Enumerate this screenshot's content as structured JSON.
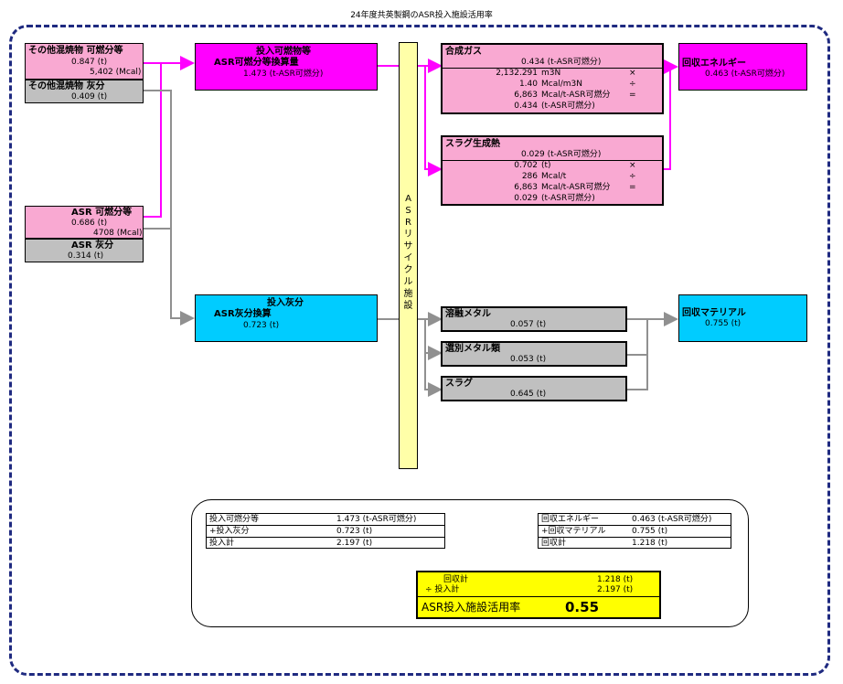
{
  "title": "24年度共英製鋼のASR投入施設活用率",
  "left_mixed": {
    "combustible_label": "その他混焼物 可燃分等",
    "combustible_t": "0.847 (t)",
    "combustible_mcal": "5,402 (Mcal)",
    "ash_label": "その他混焼物 灰分",
    "ash_t": "0.409 (t)"
  },
  "left_asr": {
    "combustible_label": "ASR 可燃分等",
    "combustible_t": "0.686 (t)",
    "combustible_mcal": "4708 (Mcal)",
    "ash_label": "ASR 灰分",
    "ash_t": "0.314 (t)"
  },
  "input_combustible": {
    "line1": "投入可燃物等",
    "line2": "ASR可燃分等換算量",
    "line3": "1.473 (t-ASR可燃分)"
  },
  "input_ash": {
    "line1": "投入灰分",
    "line2": "ASR灰分換算",
    "line3": "0.723 (t)"
  },
  "facility_label": "ASRリサイクル施設",
  "synthesis_gas": {
    "label": "合成ガス",
    "value": "0.434 (t-ASR可燃分)",
    "rows": [
      {
        "num": "2,132.291",
        "unit": "m3N",
        "op": "×"
      },
      {
        "num": "1.40",
        "unit": "Mcal/m3N",
        "op": "÷"
      },
      {
        "num": "6,863",
        "unit": "Mcal/t-ASR可燃分",
        "op": "="
      },
      {
        "num": "0.434",
        "unit": "(t-ASR可燃分)",
        "op": ""
      }
    ]
  },
  "slag_heat": {
    "label": "スラグ生成熱",
    "value": "0.029 (t-ASR可燃分)",
    "rows": [
      {
        "num": "0.702",
        "unit": "(t)",
        "op": "×"
      },
      {
        "num": "286",
        "unit": "Mcal/t",
        "op": "÷"
      },
      {
        "num": "6,863",
        "unit": "Mcal/t-ASR可燃分",
        "op": "="
      },
      {
        "num": "0.029",
        "unit": "(t-ASR可燃分)",
        "op": ""
      }
    ]
  },
  "recovered_energy": {
    "label": "回収エネルギー",
    "value": "0.463 (t-ASR可燃分)"
  },
  "molten_metal": {
    "label": "溶融メタル",
    "value": "0.057 (t)"
  },
  "sorted_metal": {
    "label": "選別メタル類",
    "value": "0.053 (t)"
  },
  "slag": {
    "label": "スラグ",
    "value": "0.645 (t)"
  },
  "recovered_material": {
    "label": "回収マテリアル",
    "value": "0.755 (t)"
  },
  "summary_input": [
    {
      "label": "投入可燃分等",
      "value": "1.473 (t-ASR可燃分)"
    },
    {
      "label": "+投入灰分",
      "value": "0.723 (t)"
    },
    {
      "label": "投入計",
      "value": "2.197 (t)"
    }
  ],
  "summary_recovery": [
    {
      "label": "回収エネルギー",
      "value": "0.463 (t-ASR可燃分)"
    },
    {
      "label": "+回収マテリアル",
      "value": "0.755 (t)"
    },
    {
      "label": "回収計",
      "value": "1.218 (t)"
    }
  ],
  "result": {
    "row1_label": "回収計",
    "row1_value": "1.218 (t)",
    "row2_label": "÷ 投入計",
    "row2_value": "2.197 (t)",
    "rate_label": "ASR投入施設活用率",
    "rate_value": "0.55"
  }
}
